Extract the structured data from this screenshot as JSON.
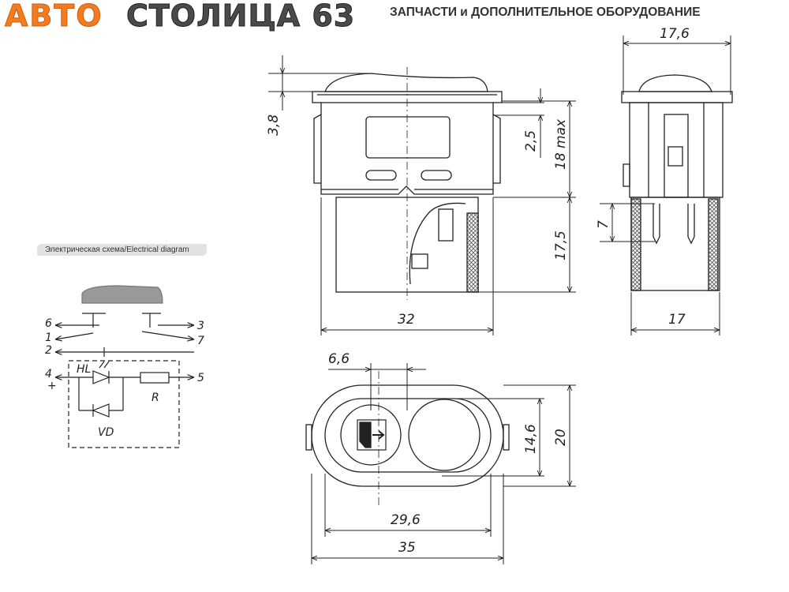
{
  "header": {
    "brand_part1": "АВТО",
    "brand_part2": "СТОЛИЦА 63",
    "tagline": "ЗАПЧАСТИ и ДОПОЛНИТЕЛЬНОЕ ОБОРУДОВАНИЕ",
    "brand_color": "#f47b20",
    "brand_dark": "#4a4a4a"
  },
  "schematic": {
    "badge": "Электрическая схема/Electrical diagram",
    "pins": [
      "6",
      "1",
      "2",
      "4",
      "3",
      "7",
      "5"
    ],
    "plus": "+",
    "label_hl": "HL",
    "label_vd": "VD",
    "label_r": "R"
  },
  "dimensions": {
    "d_3_8": "3,8",
    "d_2_5": "2,5",
    "d_18max": "18 max",
    "d_17_5": "17,5",
    "d_32": "32",
    "d_17_6": "17,6",
    "d_7": "7",
    "d_17": "17",
    "d_6_6": "6,6",
    "d_14_6": "14,6",
    "d_20": "20",
    "d_29_6": "29,6",
    "d_35": "35"
  }
}
